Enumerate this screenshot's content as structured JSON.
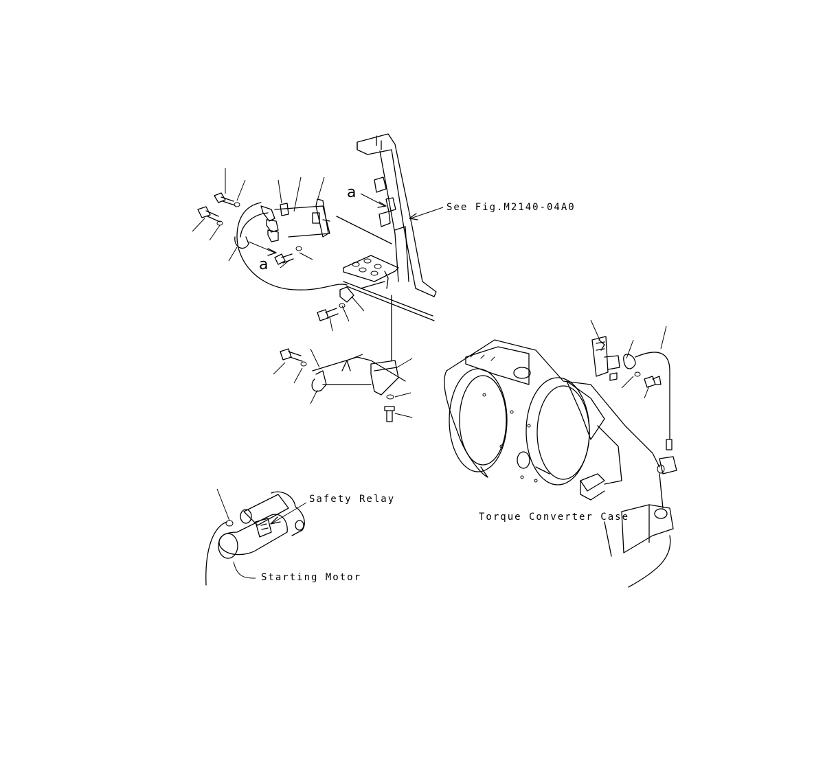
{
  "labels": {
    "see_fig": "See Fig.M2140-04A0",
    "safety_relay": "Safety Relay",
    "starting_motor": "Starting Motor",
    "torque_converter_case": "Torque Converter Case",
    "marker_a_top": "a",
    "marker_a_bottom": "a"
  }
}
